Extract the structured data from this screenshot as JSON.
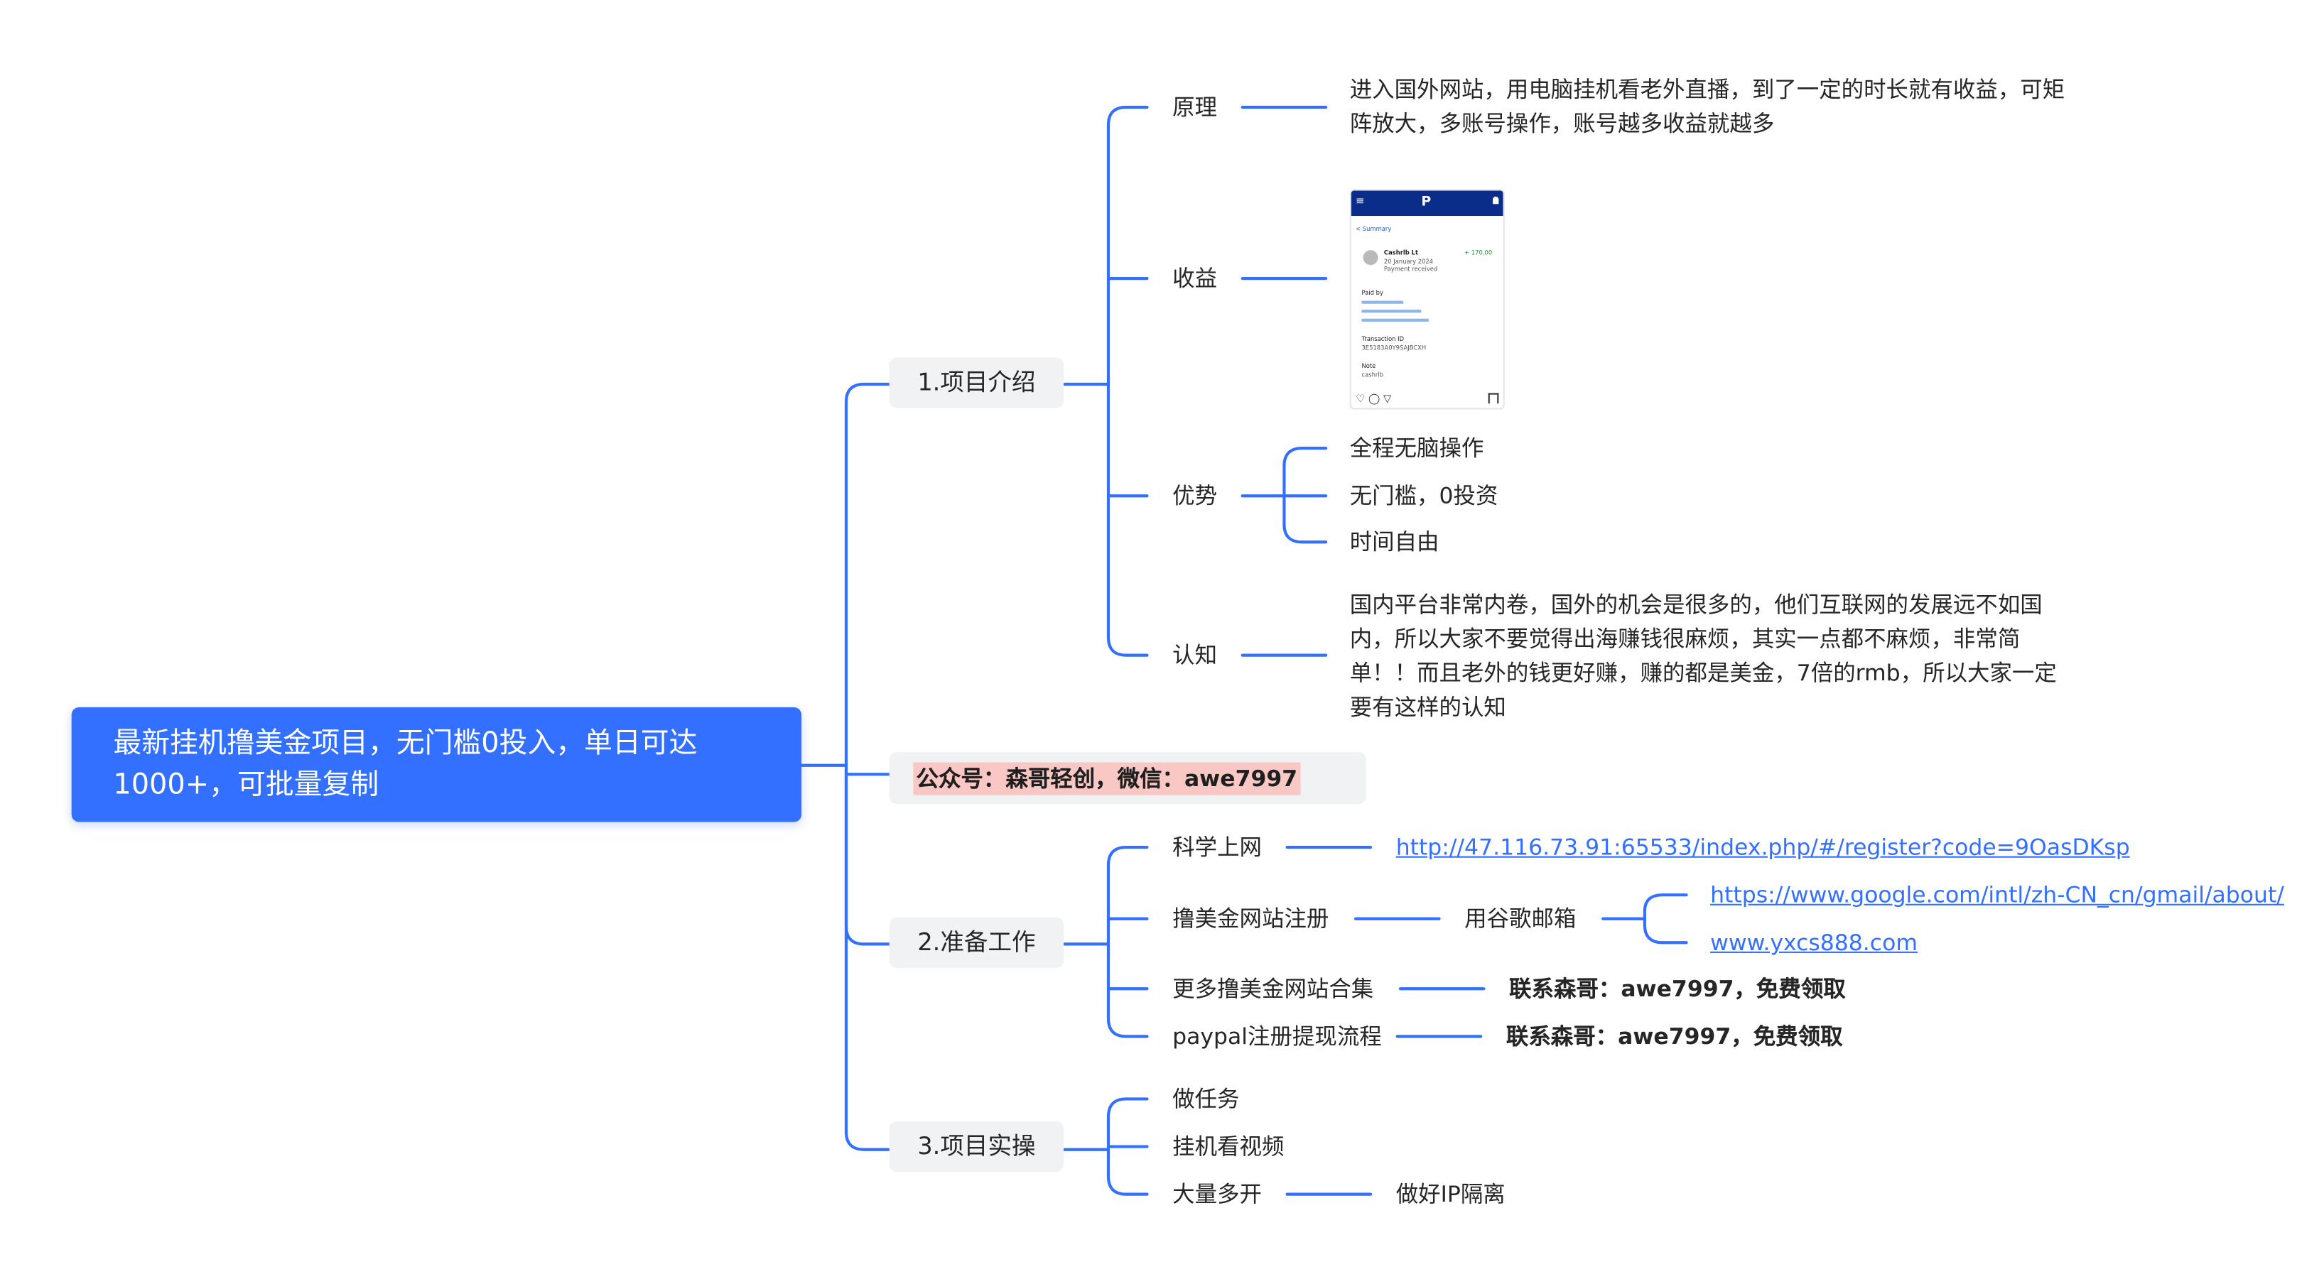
{
  "root": {
    "title": "最新挂机撸美金项目，无门槛0投入，单日可达1000+，可批量复制"
  },
  "section1": {
    "label": "1.项目介绍",
    "principle": {
      "label": "原理",
      "text": "进入国外网站，用电脑挂机看老外直播，到了一定的时长就有收益，可矩阵放大，多账号操作，账号越多收益就越多"
    },
    "income": {
      "label": "收益",
      "screenshot": {
        "logo": "P",
        "summary": "< Summary",
        "name": "Cashrlb Lt",
        "amount": "+ 170,00",
        "date": "20 January 2024",
        "status": "Payment received",
        "paid_by": "Paid by",
        "transaction_id": "Transaction ID",
        "transaction_value": "3E5183A0Y9SAJBCXH",
        "notes": "Note",
        "notes_value": "cashrlb",
        "footer_icons": "♡ ◯ ▽",
        "icons": [
          "menu-icon",
          "bell-icon",
          "like-icon",
          "comment-icon",
          "share-icon",
          "bookmark-icon"
        ]
      }
    },
    "advantage": {
      "label": "优势",
      "items": [
        "全程无脑操作",
        "无门槛，0投资",
        "时间自由"
      ]
    },
    "cognition": {
      "label": "认知",
      "text": "国内平台非常内卷，国外的机会是很多的，他们互联网的发展远不如国内，所以大家不要觉得出海赚钱很麻烦，其实一点都不麻烦，非常简单！！而且老外的钱更好赚，赚的都是美金，7倍的rmb，所以大家一定要有这样的认知"
    }
  },
  "wechat": {
    "label": "公众号：森哥轻创，微信：awe7997"
  },
  "section2": {
    "label": "2.准备工作",
    "science": {
      "label": "科学上网",
      "link": "http://47.116.73.91:65533/index.php/#/register?code=9OasDKsp"
    },
    "register": {
      "label": "撸美金网站注册",
      "sub": "用谷歌邮箱",
      "links": [
        "https://www.google.com/intl/zh-CN_cn/gmail/about/",
        "www.yxcs888.com"
      ]
    },
    "more_sites": {
      "label": "更多撸美金网站合集",
      "value": "联系森哥：awe7997，免费领取"
    },
    "paypal": {
      "label": "paypal注册提现流程",
      "value": "联系森哥：awe7997，免费领取"
    }
  },
  "section3": {
    "label": "3.项目实操",
    "items": [
      "做任务",
      "挂机看视频",
      "大量多开"
    ],
    "isolation": "做好IP隔离"
  },
  "colors": {
    "root": "#3370ff",
    "connector": "#3370ff",
    "link": "#3370ff",
    "highlight": "#f9c7c4",
    "node_bg": "#f1f2f4"
  }
}
